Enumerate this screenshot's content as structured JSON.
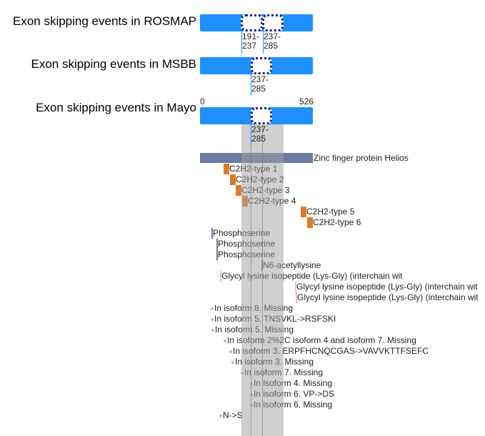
{
  "tracks": [
    {
      "title": "Exon skipping events in ROSMAP",
      "events": [
        "191-237",
        "237-285"
      ]
    },
    {
      "title": "Exon skipping events in MSBB",
      "events": [
        "237-285"
      ]
    },
    {
      "title": "Exon skipping events in Mayo",
      "events": [
        "237-285"
      ]
    }
  ],
  "axis": {
    "start": "0",
    "end": "526"
  },
  "protein": {
    "name": "Zinc finger protein Helios",
    "color": "#6b7aa1"
  },
  "domains": [
    "C2H2-type 1",
    "C2H2-type 2",
    "C2H2-type 3",
    "C2H2-type 4",
    "C2H2-type 5",
    "C2H2-type 6"
  ],
  "sites": [
    "Phosphoserine",
    "Phosphoserine",
    "Phosphoserine",
    "N6-acetyllysine",
    "Glycyl lysine isopeptide (Lys-Gly) (interchain wit",
    "Glycyl lysine isopeptide (Lys-Gly) (interchain wit",
    "Glycyl lysine isopeptide (Lys-Gly) (interchain wit"
  ],
  "variants": [
    "In isoform 8. Missing",
    "In isoform 5. TNSVKL->RSFSKI",
    "In isoform 5. Missing",
    "In isoform 2%2C isoform 4 and isoform 7. Missing",
    "In isoform 3. ERPFHCNQCGAS->VAVVKTTFSEFC",
    "In isoform 3. Missing",
    "In isoform 7. Missing",
    "In isoform 4. Missing",
    "In isoform 6. VP->DS",
    "In isoform 6. Missing",
    "N->S"
  ]
}
